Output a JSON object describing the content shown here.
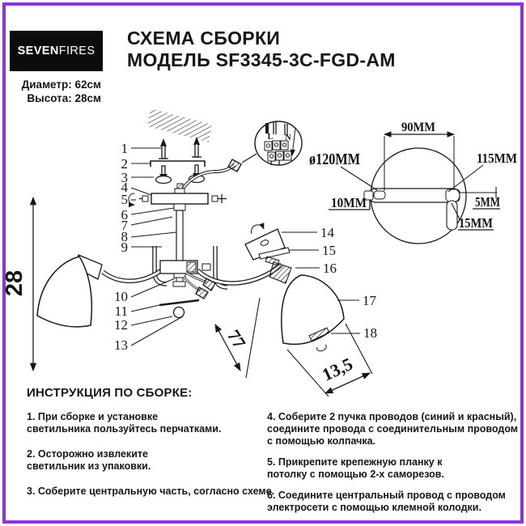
{
  "header": {
    "brand_bold": "SEVEN",
    "brand_light": "FIRES",
    "diameter": "Диаметр: 62см",
    "height": "Высота: 28см",
    "title_line1": "СХЕМА СБОРКИ",
    "title_line2": "МОДЕЛЬ SF3345-3C-FGD-AM"
  },
  "diagram": {
    "parts": {
      "p1": "1",
      "p2": "2",
      "p3": "3",
      "p4": "4",
      "p5": "5",
      "p6": "6",
      "p7": "7",
      "p8": "8",
      "p9": "9",
      "p10": "10",
      "p11": "11",
      "p12": "12",
      "p13": "13",
      "p14": "14",
      "p15": "15",
      "p16": "16",
      "p17": "17",
      "p18": "18"
    },
    "dims": {
      "d28": "28",
      "d90": "90MM",
      "d120": "ø120MM",
      "d115": "115MM",
      "d10": "10MM",
      "d5": "5MM",
      "d15": "15MM",
      "d77": "77",
      "d13_5": "13,5"
    },
    "terminal": {
      "l_label": "L",
      "n_label": "N"
    },
    "accent_color": "#8b35d8"
  },
  "instructions": {
    "header": "ИНСТРУКЦИЯ ПО СБОРКЕ:",
    "left": [
      {
        "lines": [
          "1. При сборке и установке",
          "светильника пользуйтесь перчатками."
        ]
      },
      {
        "lines": [
          "2. Осторожно извлеките",
          "светильник из упаковки."
        ]
      },
      {
        "lines": [
          "3. Соберите центральную часть, согласно схеме."
        ]
      }
    ],
    "right": [
      {
        "lines": [
          "4. Соберите 2 пучка проводов (синий и красный),",
          "соедините провода с соединительным проводом",
          "с помощью колпачка."
        ]
      },
      {
        "lines": [
          "5. Прикрепите крепежную планку к",
          "потолку с помощью 2-х саморезов."
        ]
      },
      {
        "lines": [
          "6. Соедините центральный провод с проводом",
          "электросети с помощью клемной колодки."
        ]
      }
    ]
  }
}
